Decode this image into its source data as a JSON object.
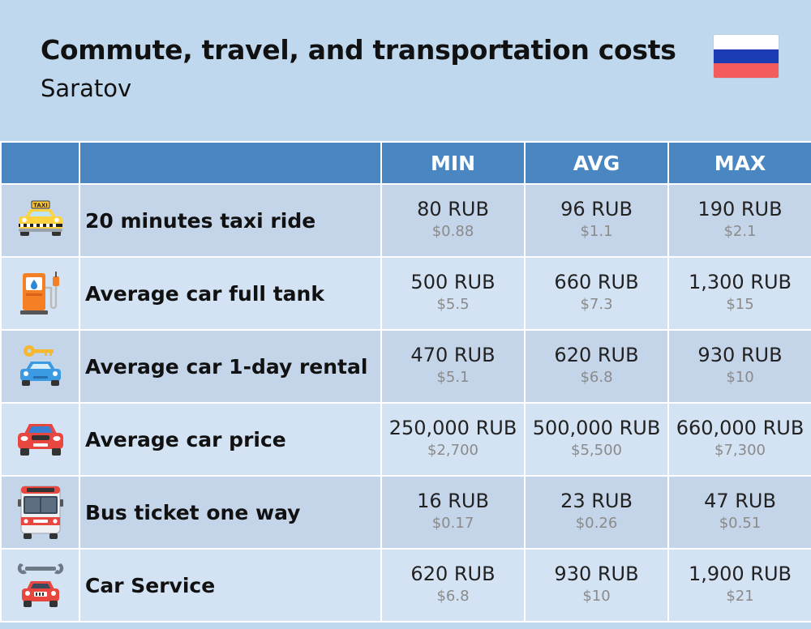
{
  "header": {
    "title": "Commute, travel, and transportation costs",
    "subtitle": "Saratov"
  },
  "flag": {
    "name": "russia-flag",
    "colors": [
      "#ffffff",
      "#1c3cb6",
      "#f25c5c"
    ]
  },
  "table": {
    "columns": [
      "",
      "",
      "MIN",
      "AVG",
      "MAX"
    ],
    "rows": [
      {
        "icon": "taxi-icon",
        "label": "20 minutes taxi ride",
        "min": {
          "rub": "80 RUB",
          "usd": "$0.88"
        },
        "avg": {
          "rub": "96 RUB",
          "usd": "$1.1"
        },
        "max": {
          "rub": "190 RUB",
          "usd": "$2.1"
        }
      },
      {
        "icon": "fuel-pump-icon",
        "label": "Average car full tank",
        "min": {
          "rub": "500 RUB",
          "usd": "$5.5"
        },
        "avg": {
          "rub": "660 RUB",
          "usd": "$7.3"
        },
        "max": {
          "rub": "1,300 RUB",
          "usd": "$15"
        }
      },
      {
        "icon": "car-rental-icon",
        "label": "Average car 1-day rental",
        "min": {
          "rub": "470 RUB",
          "usd": "$5.1"
        },
        "avg": {
          "rub": "620 RUB",
          "usd": "$6.8"
        },
        "max": {
          "rub": "930 RUB",
          "usd": "$10"
        }
      },
      {
        "icon": "car-icon",
        "label": "Average car price",
        "min": {
          "rub": "250,000 RUB",
          "usd": "$2,700"
        },
        "avg": {
          "rub": "500,000 RUB",
          "usd": "$5,500"
        },
        "max": {
          "rub": "660,000 RUB",
          "usd": "$7,300"
        }
      },
      {
        "icon": "bus-icon",
        "label": "Bus ticket one way",
        "min": {
          "rub": "16 RUB",
          "usd": "$0.17"
        },
        "avg": {
          "rub": "23 RUB",
          "usd": "$0.26"
        },
        "max": {
          "rub": "47 RUB",
          "usd": "$0.51"
        }
      },
      {
        "icon": "car-service-icon",
        "label": "Car Service",
        "min": {
          "rub": "620 RUB",
          "usd": "$6.8"
        },
        "avg": {
          "rub": "930 RUB",
          "usd": "$10"
        },
        "max": {
          "rub": "1,900 RUB",
          "usd": "$21"
        }
      }
    ]
  },
  "taxi_sign": "TAXI"
}
